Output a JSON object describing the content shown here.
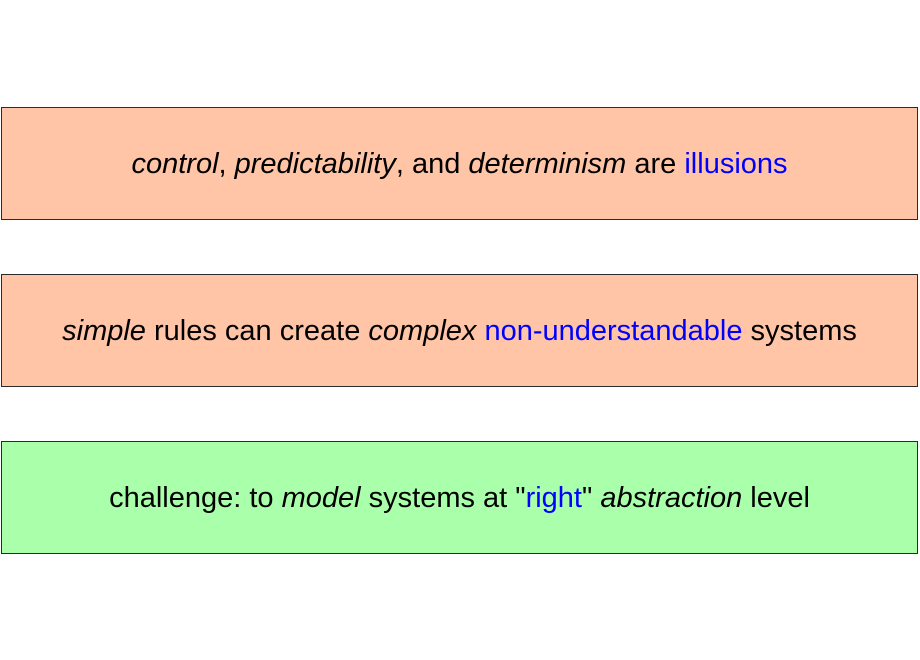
{
  "colors": {
    "salmon_box": "#ffc5a6",
    "green_box": "#aaffaa",
    "highlight_text": "#0000ff",
    "body_text": "#000000"
  },
  "boxes": [
    {
      "background": "#ffc5a6",
      "segments": [
        {
          "text": "control",
          "style": "italic"
        },
        {
          "text": ", ",
          "style": "normal"
        },
        {
          "text": "predictability",
          "style": "italic"
        },
        {
          "text": ", and ",
          "style": "normal"
        },
        {
          "text": "determinism",
          "style": "italic"
        },
        {
          "text": " are ",
          "style": "normal"
        },
        {
          "text": "illusions",
          "style": "blue"
        }
      ]
    },
    {
      "background": "#ffc5a6",
      "segments": [
        {
          "text": "simple",
          "style": "italic"
        },
        {
          "text": " rules can create ",
          "style": "normal"
        },
        {
          "text": "complex",
          "style": "italic"
        },
        {
          "text": " ",
          "style": "normal"
        },
        {
          "text": "non-understandable",
          "style": "blue"
        },
        {
          "text": " systems",
          "style": "normal"
        }
      ]
    },
    {
      "background": "#aaffaa",
      "segments": [
        {
          "text": "challenge: to ",
          "style": "normal"
        },
        {
          "text": "model",
          "style": "italic"
        },
        {
          "text": " systems at \"",
          "style": "normal"
        },
        {
          "text": "right",
          "style": "blue"
        },
        {
          "text": "\" ",
          "style": "normal"
        },
        {
          "text": "abstraction",
          "style": "italic"
        },
        {
          "text": " level",
          "style": "normal"
        }
      ]
    }
  ]
}
